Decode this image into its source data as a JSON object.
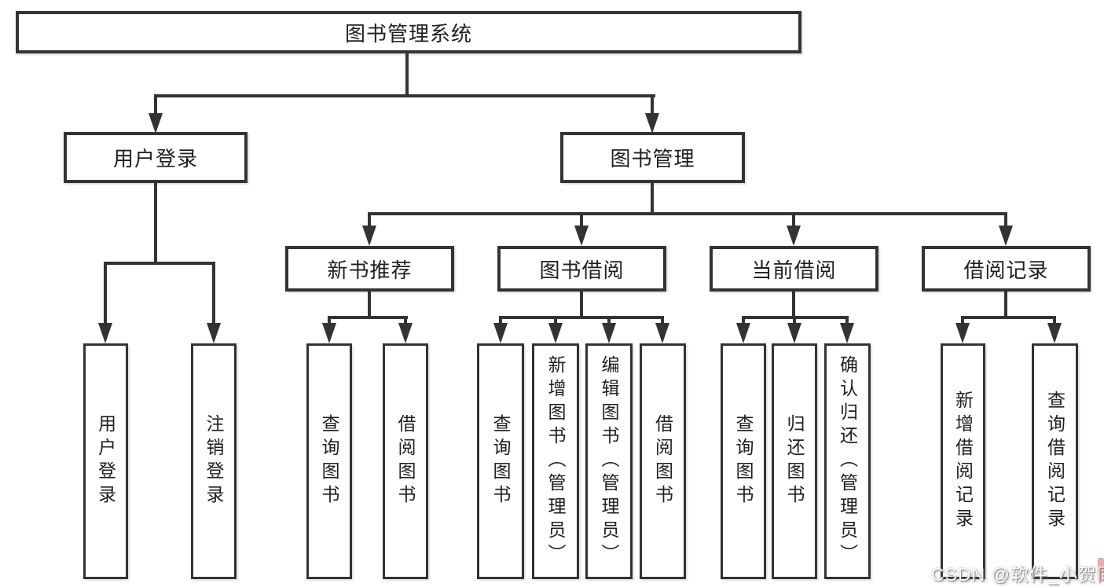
{
  "diagram": {
    "root": {
      "label": "图书管理系统"
    },
    "level2": [
      {
        "label": "用户登录"
      },
      {
        "label": "图书管理"
      }
    ],
    "level3": [
      {
        "label": "新书推荐"
      },
      {
        "label": "图书借阅"
      },
      {
        "label": "当前借阅"
      },
      {
        "label": "借阅记录"
      }
    ],
    "leaves": [
      {
        "label": "用户登录"
      },
      {
        "label": "注销登录"
      },
      {
        "label": "查询图书"
      },
      {
        "label": "借阅图书"
      },
      {
        "label": "查询图书"
      },
      {
        "label": "新增图书（管理员）"
      },
      {
        "label": "编辑图书（管理员）"
      },
      {
        "label": "借阅图书"
      },
      {
        "label": "查询图书"
      },
      {
        "label": "归还图书"
      },
      {
        "label": "确认归还（管理员）"
      },
      {
        "label": "新增借阅记录"
      },
      {
        "label": "查询借阅记录"
      }
    ]
  },
  "watermark": {
    "text": "CSDN @软件_小贺同学"
  },
  "colors": {
    "line": "#333333",
    "text": "#1f1f1f",
    "background": "#ffffff",
    "watermark_pink": "#ee96a5"
  }
}
